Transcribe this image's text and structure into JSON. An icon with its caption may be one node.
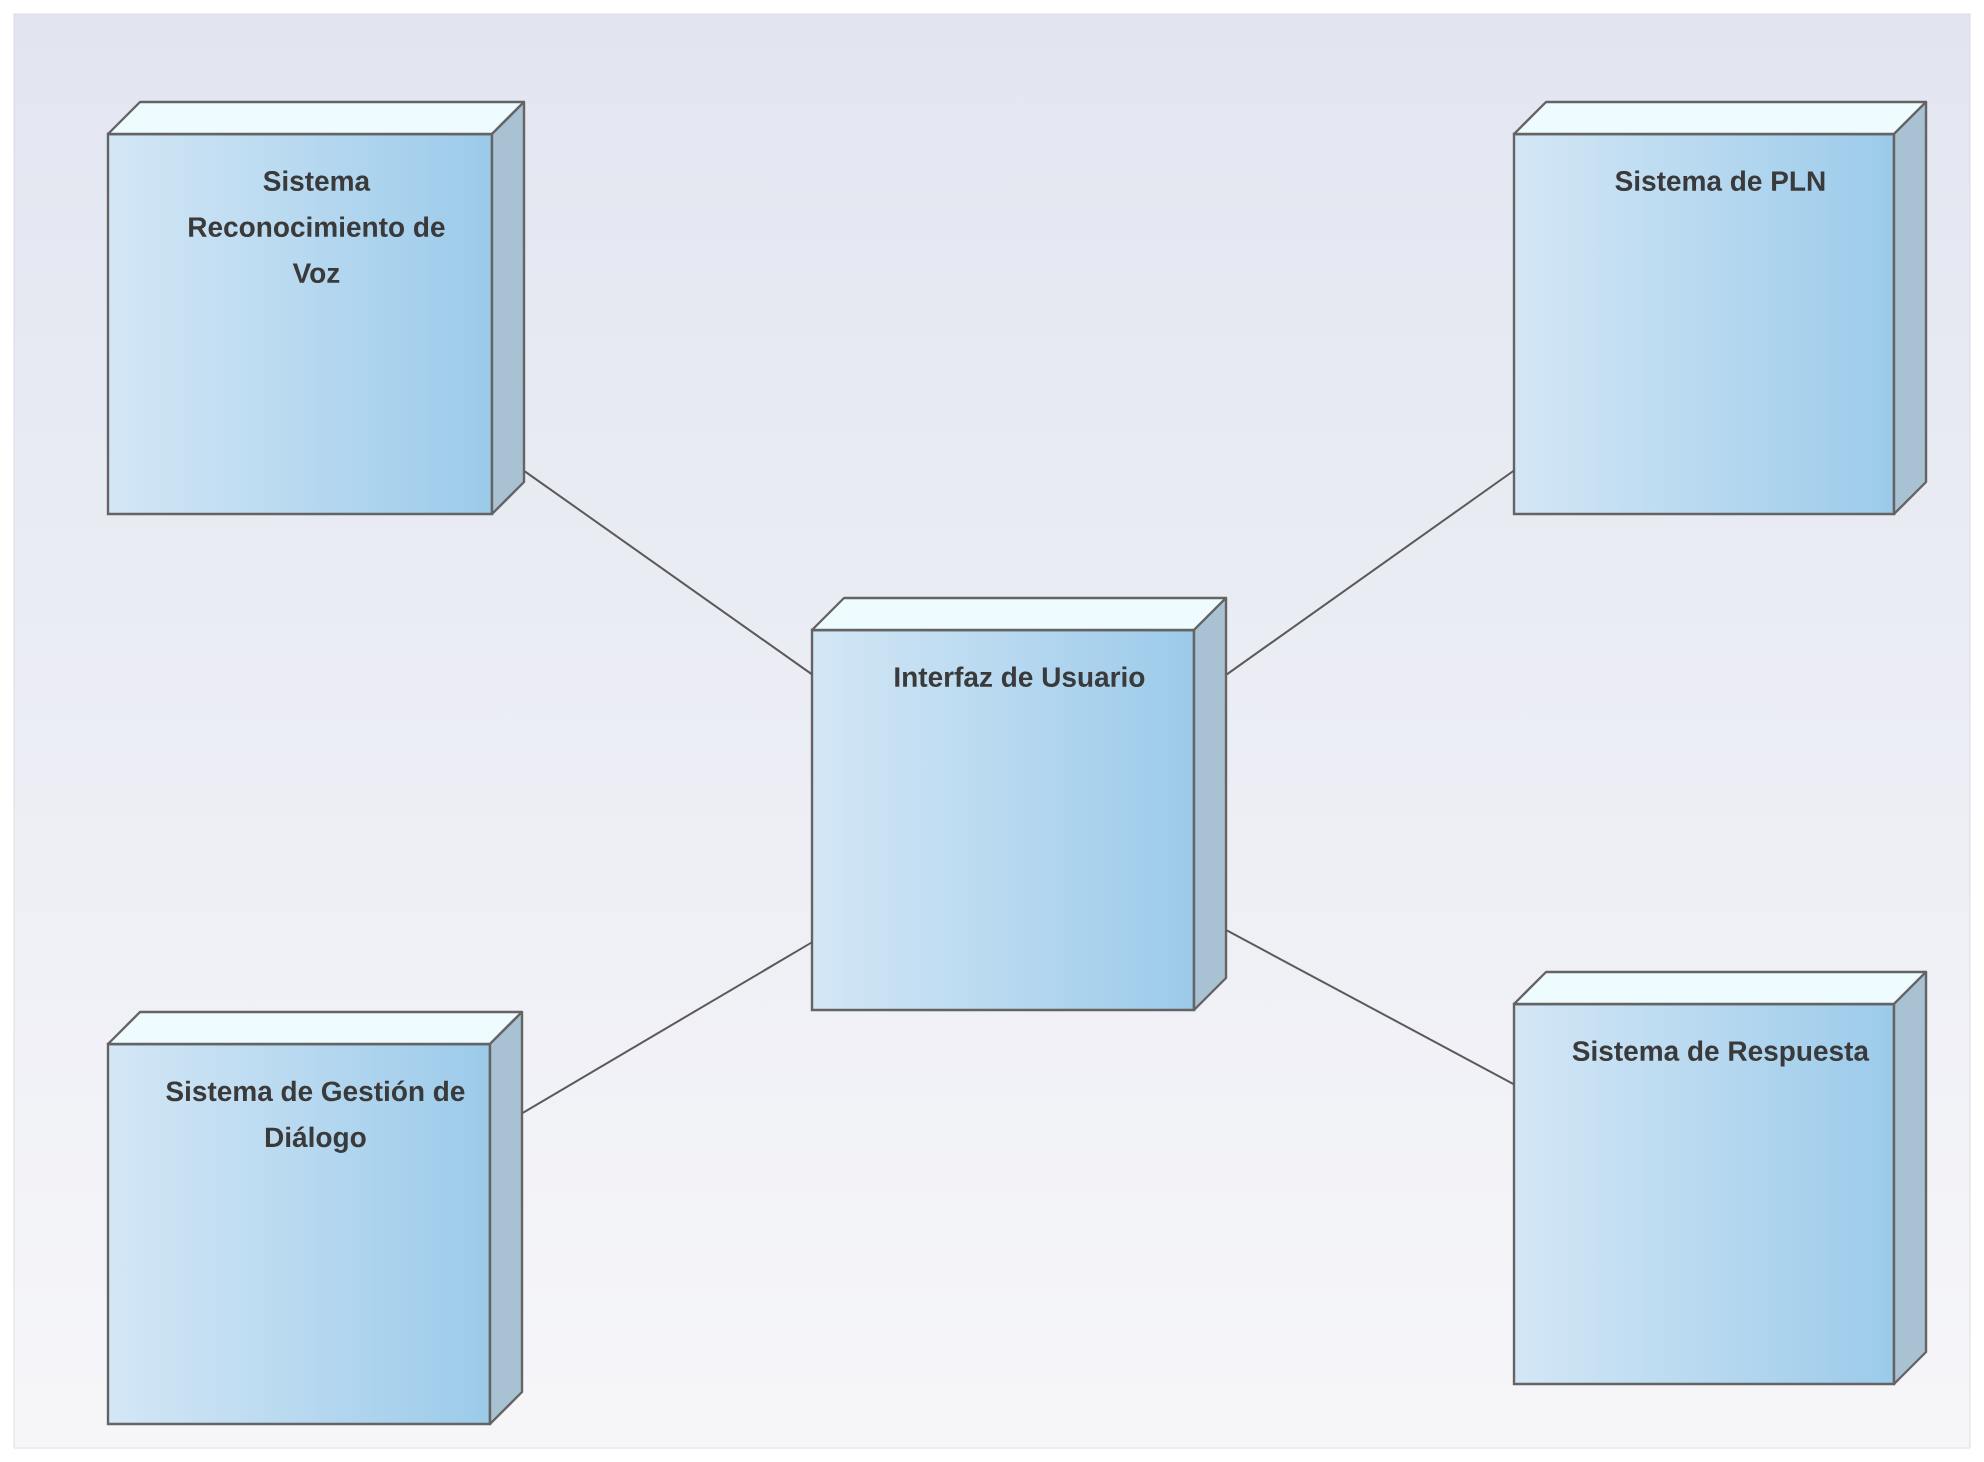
{
  "diagram": {
    "nodes": [
      {
        "text": [
          "Sistema Reconocimiento de Voz"
        ]
      },
      {
        "text": [
          "Sistema de PLN"
        ]
      },
      {
        "text": [
          "Interfaz de Usuario"
        ]
      },
      {
        "text": [
          "Sistema de Gestión de Diálogo"
        ]
      },
      {
        "text": [
          "Sistema de Respuesta"
        ]
      }
    ],
    "edges": [
      {
        "from": 0,
        "to": 2,
        "arrow": "none"
      },
      {
        "from": 1,
        "to": 2,
        "arrow": "none"
      },
      {
        "from": 3,
        "to": 2,
        "arrow": "none"
      },
      {
        "from": 4,
        "to": 2,
        "arrow": "none"
      }
    ]
  }
}
